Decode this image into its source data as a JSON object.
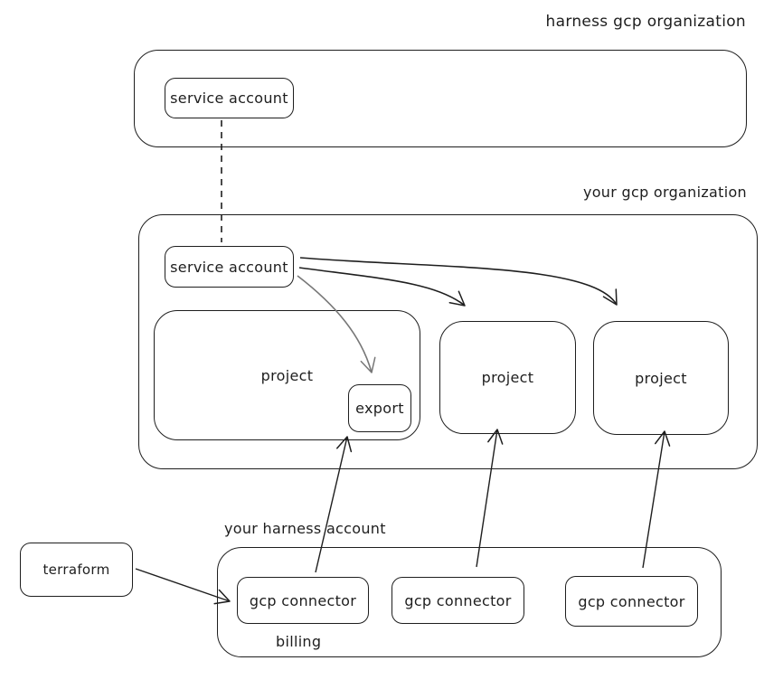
{
  "harness_org": {
    "title": "harness gcp organization",
    "service_account_label": "service account"
  },
  "your_org": {
    "title": "your gcp organization",
    "service_account_label": "service account",
    "projects": [
      {
        "label": "project",
        "export_label": "export"
      },
      {
        "label": "project"
      },
      {
        "label": "project"
      }
    ]
  },
  "harness_account": {
    "title": "your harness account",
    "billing_label": "billing",
    "connectors": [
      {
        "label": "gcp connector"
      },
      {
        "label": "gcp connector"
      },
      {
        "label": "gcp connector"
      }
    ]
  },
  "terraform": {
    "label": "terraform"
  },
  "colors": {
    "stroke": "#1e1e1e",
    "muted_arrow": "#777777",
    "background": "#ffffff"
  }
}
